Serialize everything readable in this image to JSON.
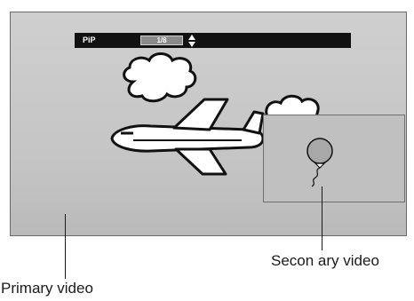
{
  "osd": {
    "label": "PiP",
    "value": "1/8",
    "updown_icon": "up-down-arrows-icon"
  },
  "captions": {
    "primary": "Primary video",
    "secondary": "Secon  ary video"
  },
  "colors": {
    "screen": "#c6c6c6",
    "osd_bar": "#111111",
    "pip_window": "#c0c0c0"
  }
}
